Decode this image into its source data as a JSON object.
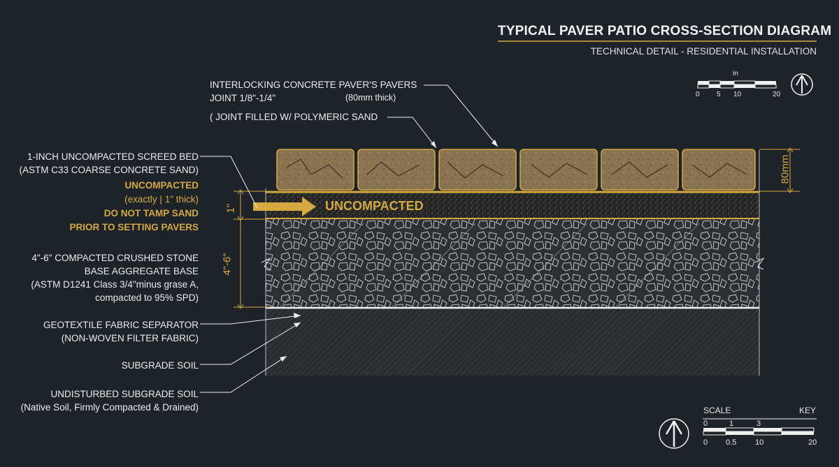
{
  "header": {
    "title": "TYPICAL PAVER PATIO CROSS-SECTION DIAGRAM",
    "subtitle": "TECHNICAL DETAIL - RESIDENTIAL INSTALLATION"
  },
  "callouts": {
    "pavers": {
      "line1": "INTERLOCKING CONCRETE PAVER'S PAVERS",
      "line2": "JOINT 1/8\"-1/4\"",
      "thickness": "(80mm thick)",
      "line3": "( JOINT FILLED W/ POLYMERIC SAND"
    },
    "screed": {
      "line1": "1-INCH UNCOMPACTED SCREED BED",
      "line2": "(ASTM C33 COARSE CONCRETE SAND)",
      "line3": "UNCOMPACTED",
      "line4": "(exactly | 1\" thick)",
      "line5": "DO NOT TAMP SAND",
      "line6": "PRIOR TO SETTING PAVERS"
    },
    "base": {
      "line1": "4\"-6\" COMPACTED CRUSHED STONE",
      "line2": "BASE AGGREGATE BASE",
      "line3": "(ASTM D1241 Class 3/4\"minus grase A,",
      "line4": "compacted to 95% SPD)"
    },
    "geotextile": {
      "line1": "GEOTEXTILE FABRIC SEPARATOR",
      "line2": "(NON-WOVEN FILTER FABRIC)"
    },
    "subgrade": {
      "line1": "SUBGRADE SOIL"
    },
    "undisturbed": {
      "line1": "UNDISTURBED SUBGRADE SOIL",
      "line2": "(Native Soil, Firmly Compacted & Drained)"
    }
  },
  "diagram": {
    "uncompacted_tag": "UNCOMPACTED",
    "dim_screed": "1\"",
    "dim_base": "4\"-6\"",
    "dim_paver": "80mm"
  },
  "scale_top": {
    "unit": "in",
    "ticks": [
      "0",
      "5",
      "10",
      "20"
    ]
  },
  "scale_bottom": {
    "label_left": "SCALE",
    "label_right": "KEY",
    "ticks_upper": [
      "0",
      "1",
      "3"
    ],
    "ticks_lower": [
      "0",
      "0.5",
      "10",
      "20"
    ]
  },
  "colors": {
    "background": "#1e2329",
    "gold": "#d4a940",
    "paver": "#8a7350",
    "sand": "#2a2a2a",
    "gravel": "#2c2f33",
    "soil": "#2a2d30"
  },
  "icons": [
    "north-arrow-icon",
    "north-arrow-icon"
  ]
}
